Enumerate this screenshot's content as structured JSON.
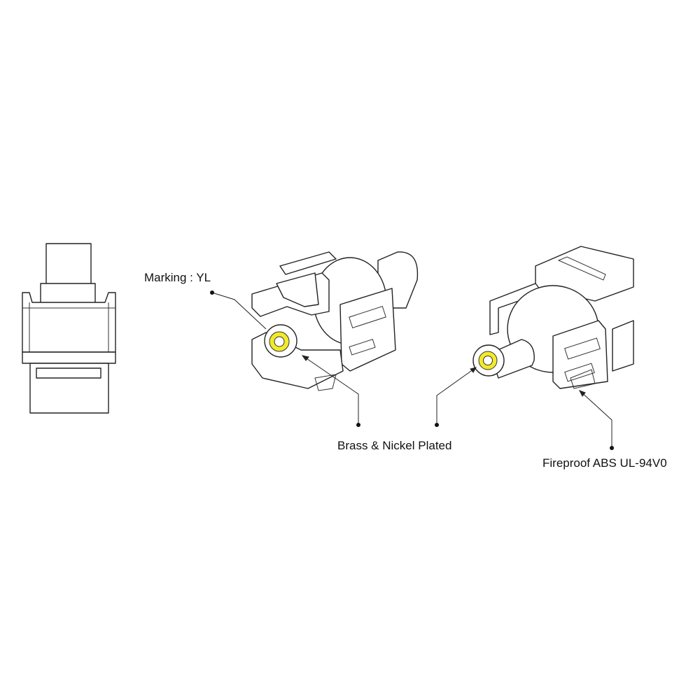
{
  "callouts": {
    "marking": "Marking : YL",
    "contact": "Brass & Nickel Plated",
    "housing": "Fireproof ABS UL-94V0"
  },
  "colors": {
    "marking_ring": "#f2ea2a",
    "line": "#222222"
  }
}
